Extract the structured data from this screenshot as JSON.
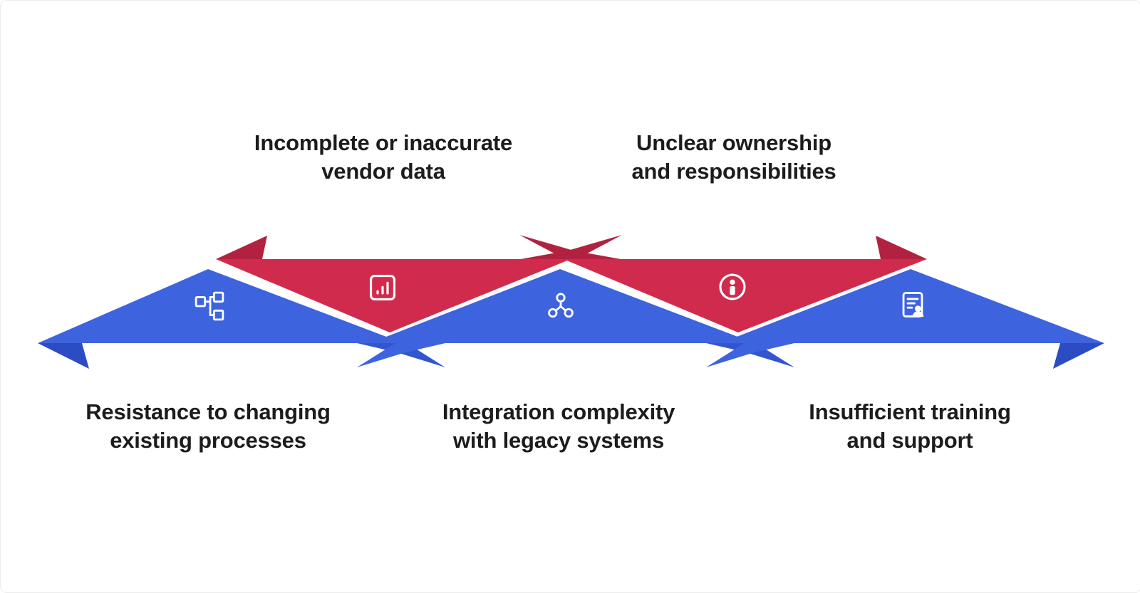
{
  "diagram": {
    "name": "vendor-management-challenges",
    "rows": "two interlocking ribbon-arrow rows: 2 red arrows on top, 3 blue arrows on bottom"
  },
  "colors": {
    "blue": "#3D63DF",
    "blue_dark": "#2C4CC4",
    "blue_mid": "#3356CE",
    "red": "#D02B4D",
    "red_dark": "#B22240",
    "icon": "#FFFFFF",
    "text": "#1C1C1C",
    "background": "#FFFFFF"
  },
  "top_row": [
    {
      "label": "Incomplete or inaccurate vendor data",
      "lines": [
        "Incomplete or inaccurate",
        "vendor data"
      ],
      "icon": "bar-chart-icon",
      "color": "red",
      "arrow_direction": "left"
    },
    {
      "label": "Unclear ownership and responsibilities",
      "lines": [
        "Unclear ownership",
        "and responsibilities"
      ],
      "icon": "person-circle-icon",
      "color": "red",
      "arrow_direction": "right"
    }
  ],
  "bottom_row": [
    {
      "label": "Resistance to changing existing processes",
      "lines": [
        "Resistance to changing",
        "existing processes"
      ],
      "icon": "flowchart-icon",
      "color": "blue",
      "arrow_direction": "left"
    },
    {
      "label": "Integration complexity with legacy systems",
      "lines": [
        "Integration complexity",
        "with legacy systems"
      ],
      "icon": "webhook-icon",
      "color": "blue",
      "arrow_direction": "none"
    },
    {
      "label": "Insufficient training and support",
      "lines": [
        "Insufficient training",
        "and support"
      ],
      "icon": "document-user-icon",
      "color": "blue",
      "arrow_direction": "right"
    }
  ]
}
